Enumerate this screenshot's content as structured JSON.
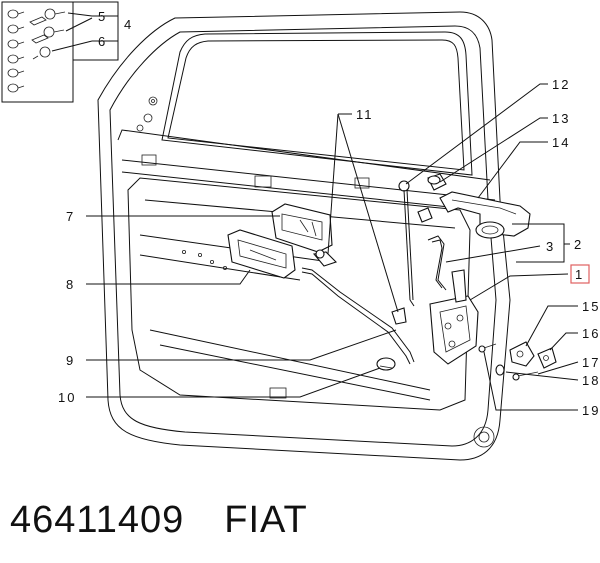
{
  "callouts": {
    "c1": "1",
    "c2": "2",
    "c3": "3",
    "c4": "4",
    "c5": "5",
    "c6": "6",
    "c7": "7",
    "c8": "8",
    "c9": "9",
    "c10": "10",
    "c11": "11",
    "c12": "12",
    "c13": "13",
    "c14": "14",
    "c15": "15",
    "c16": "16",
    "c17": "17",
    "c18": "18",
    "c19": "19"
  },
  "caption": {
    "part_number": "46411409",
    "brand": "FIAT"
  },
  "colors": {
    "line": "#111111",
    "highlight_box": "#e06060",
    "background": "#ffffff"
  }
}
